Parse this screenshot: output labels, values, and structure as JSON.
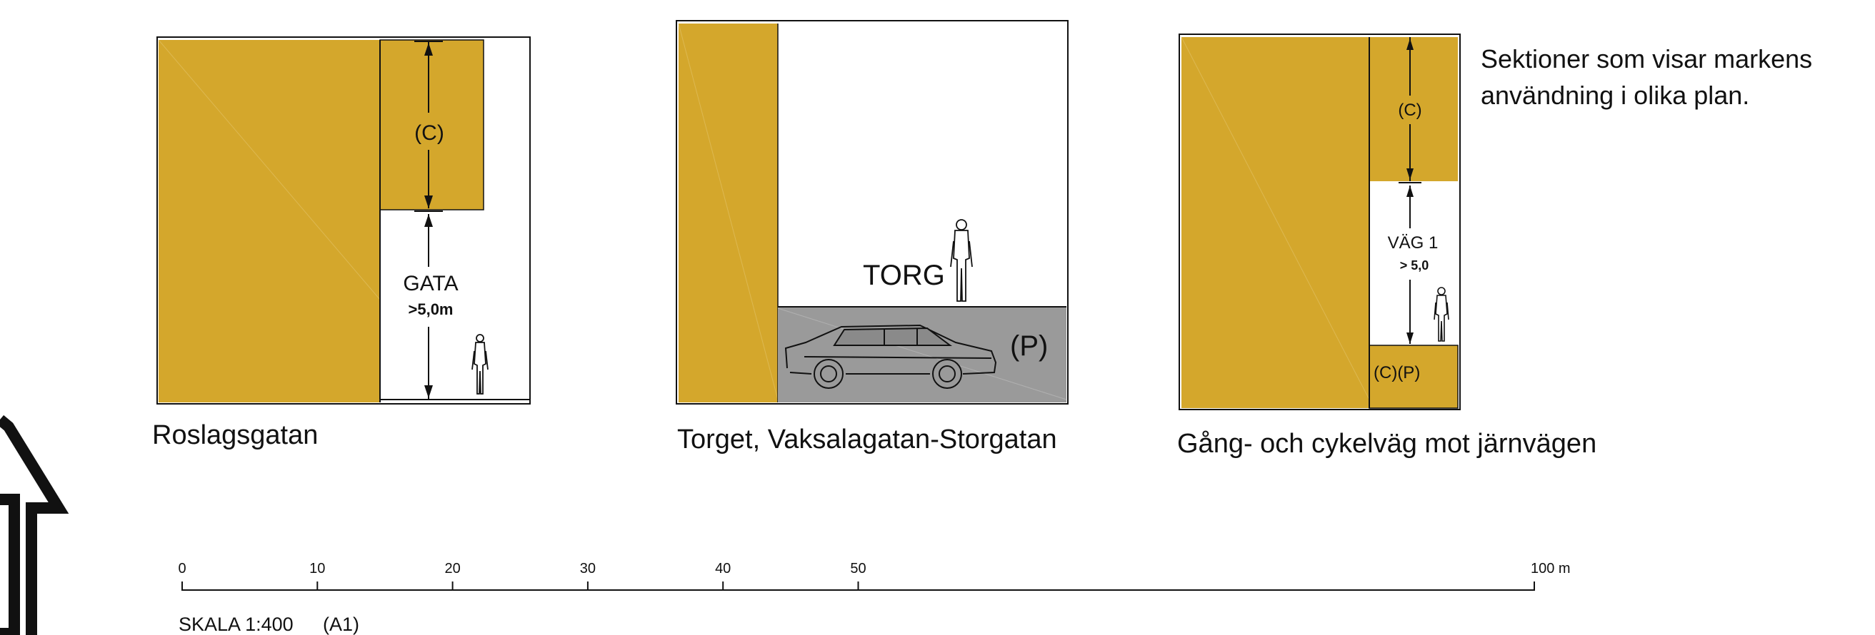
{
  "colors": {
    "mass": "#D4A72C",
    "parking": "#9A9A9A",
    "line": "#111111",
    "background": "#FFFFFF"
  },
  "description_text": {
    "line1": "Sektioner som visar markens",
    "line2": "användning i olika plan."
  },
  "sections": [
    {
      "title": "Roslagsgatan",
      "upper_label": "(C)",
      "street_label": "GATA",
      "street_width": ">5,0m"
    },
    {
      "title": "Torget, Vaksalagatan-Storgatan",
      "square_label": "TORG",
      "parking_label": "(P)"
    },
    {
      "title": "Gång- och cykelväg mot  järnvägen",
      "upper_label": "(C)",
      "road_label": "VÄG 1",
      "road_width": "> 5,0",
      "lower_label": "(C)(P)"
    }
  ],
  "scale_bar": {
    "ticks": [
      "0",
      "10",
      "20",
      "30",
      "40",
      "50",
      "100 m"
    ],
    "tick_values": [
      0,
      10,
      20,
      30,
      40,
      50,
      100
    ],
    "label": "SKALA  1:400",
    "paper": "(A1)"
  },
  "icons": [
    "north-arrow-icon",
    "person-icon",
    "car-icon"
  ]
}
